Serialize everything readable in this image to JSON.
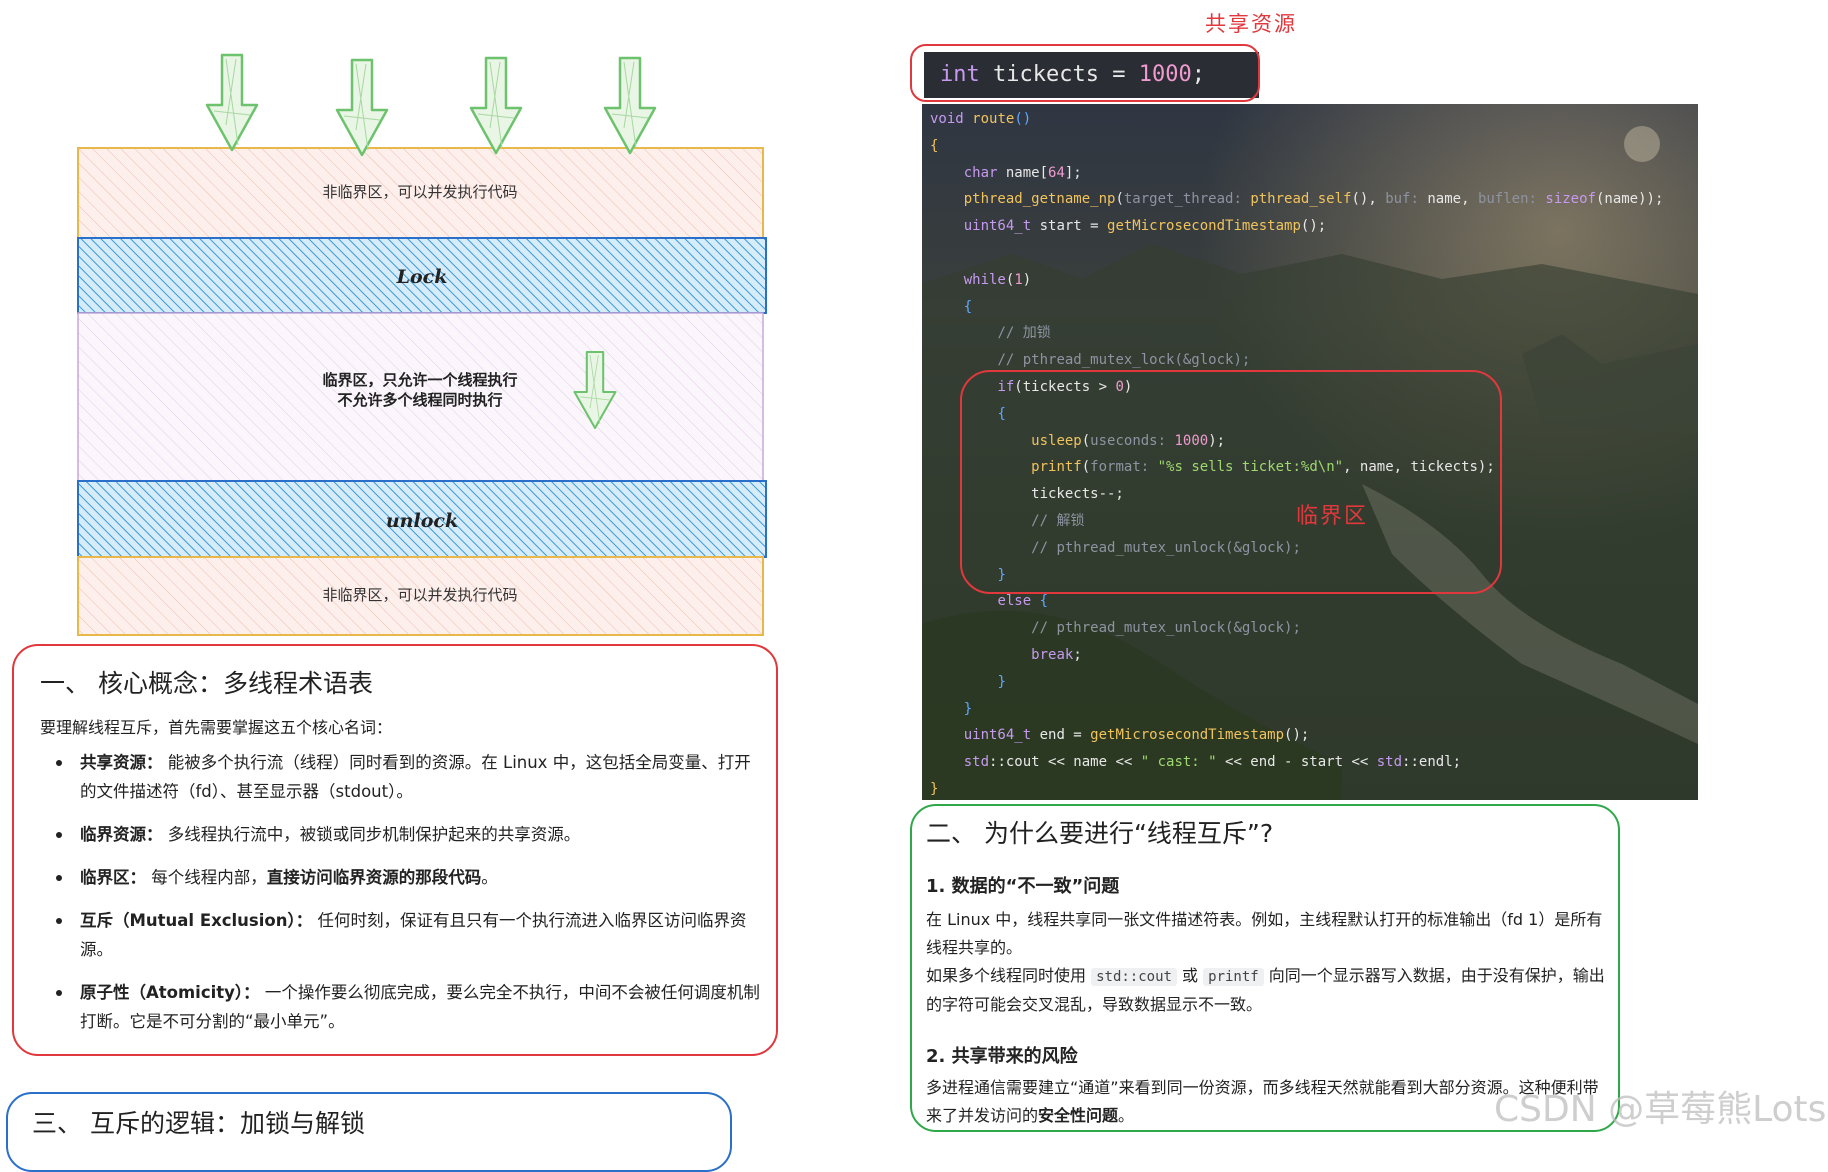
{
  "diagram": {
    "top_band": "非临界区，可以并发执行代码",
    "lock": "Lock",
    "critical_line1": "临界区，只允许一个线程执行",
    "critical_line2": "不允许多个线程同时执行",
    "unlock": "unlock",
    "bottom_band": "非临界区，可以并发执行代码"
  },
  "section1": {
    "title": "一、 核心概念：多线程术语表",
    "intro": "要理解线程互斥，首先需要掌握这五个核心名词：",
    "terms": [
      {
        "term": "共享资源：",
        "desc": "能被多个执行流（线程）同时看到的资源。在 Linux 中，这包括全局变量、打开的文件描述符（fd）、甚至显示器（stdout）。"
      },
      {
        "term": "临界资源：",
        "desc": "多线程执行流中，被锁或同步机制保护起来的共享资源。"
      },
      {
        "term": "临界区：",
        "desc": "每个线程内部，",
        "desc_bold": "直接访问临界资源的那段代码",
        "desc_end": "。"
      },
      {
        "term": "互斥（Mutual Exclusion）：",
        "desc": "任何时刻，保证有且只有一个执行流进入临界区访问临界资源。"
      },
      {
        "term": "原子性（Atomicity）：",
        "desc": "一个操作要么彻底完成，要么完全不执行，中间不会被任何调度机制打断。它是不可分割的“最小单元”。"
      }
    ]
  },
  "section3": {
    "title": "三、 互斥的逻辑：加锁与解锁"
  },
  "code": {
    "shared_label": "共享资源",
    "critical_label": "临界区",
    "decl": {
      "type": "int",
      "name": " tickects = ",
      "value": "1000",
      "end": ";"
    }
  },
  "section2": {
    "title": "二、 为什么要进行“线程互斥”?",
    "h1": "1. 数据的“不一致”问题",
    "p1": "在 Linux 中，线程共享同一张文件描述符表。例如，主线程默认打开的标准输出（fd 1）是所有线程共享的。",
    "p2_a": "如果多个线程同时使用 ",
    "p2_code1": "std::cout",
    "p2_b": " 或 ",
    "p2_code2": "printf",
    "p2_c": " 向同一个显示器写入数据，由于没有保护，输出的字符可能会交叉混乱，导致数据显示不一致。",
    "h2": "2. 共享带来的风险",
    "p3_a": "多进程通信需要建立“通道”来看到同一份资源，而多线程天然就能看到大部分资源。这种便利带来了并发访问的",
    "p3_bold": "安全性问题",
    "p3_end": "。"
  },
  "watermark": "CSDN @草莓熊Lotso",
  "colors": {
    "red": "#e0383c",
    "green": "#2fa84a",
    "blue": "#2a6fc9",
    "lock_blue": "#3a9ad9",
    "arrow_green": "#6dc36d"
  }
}
